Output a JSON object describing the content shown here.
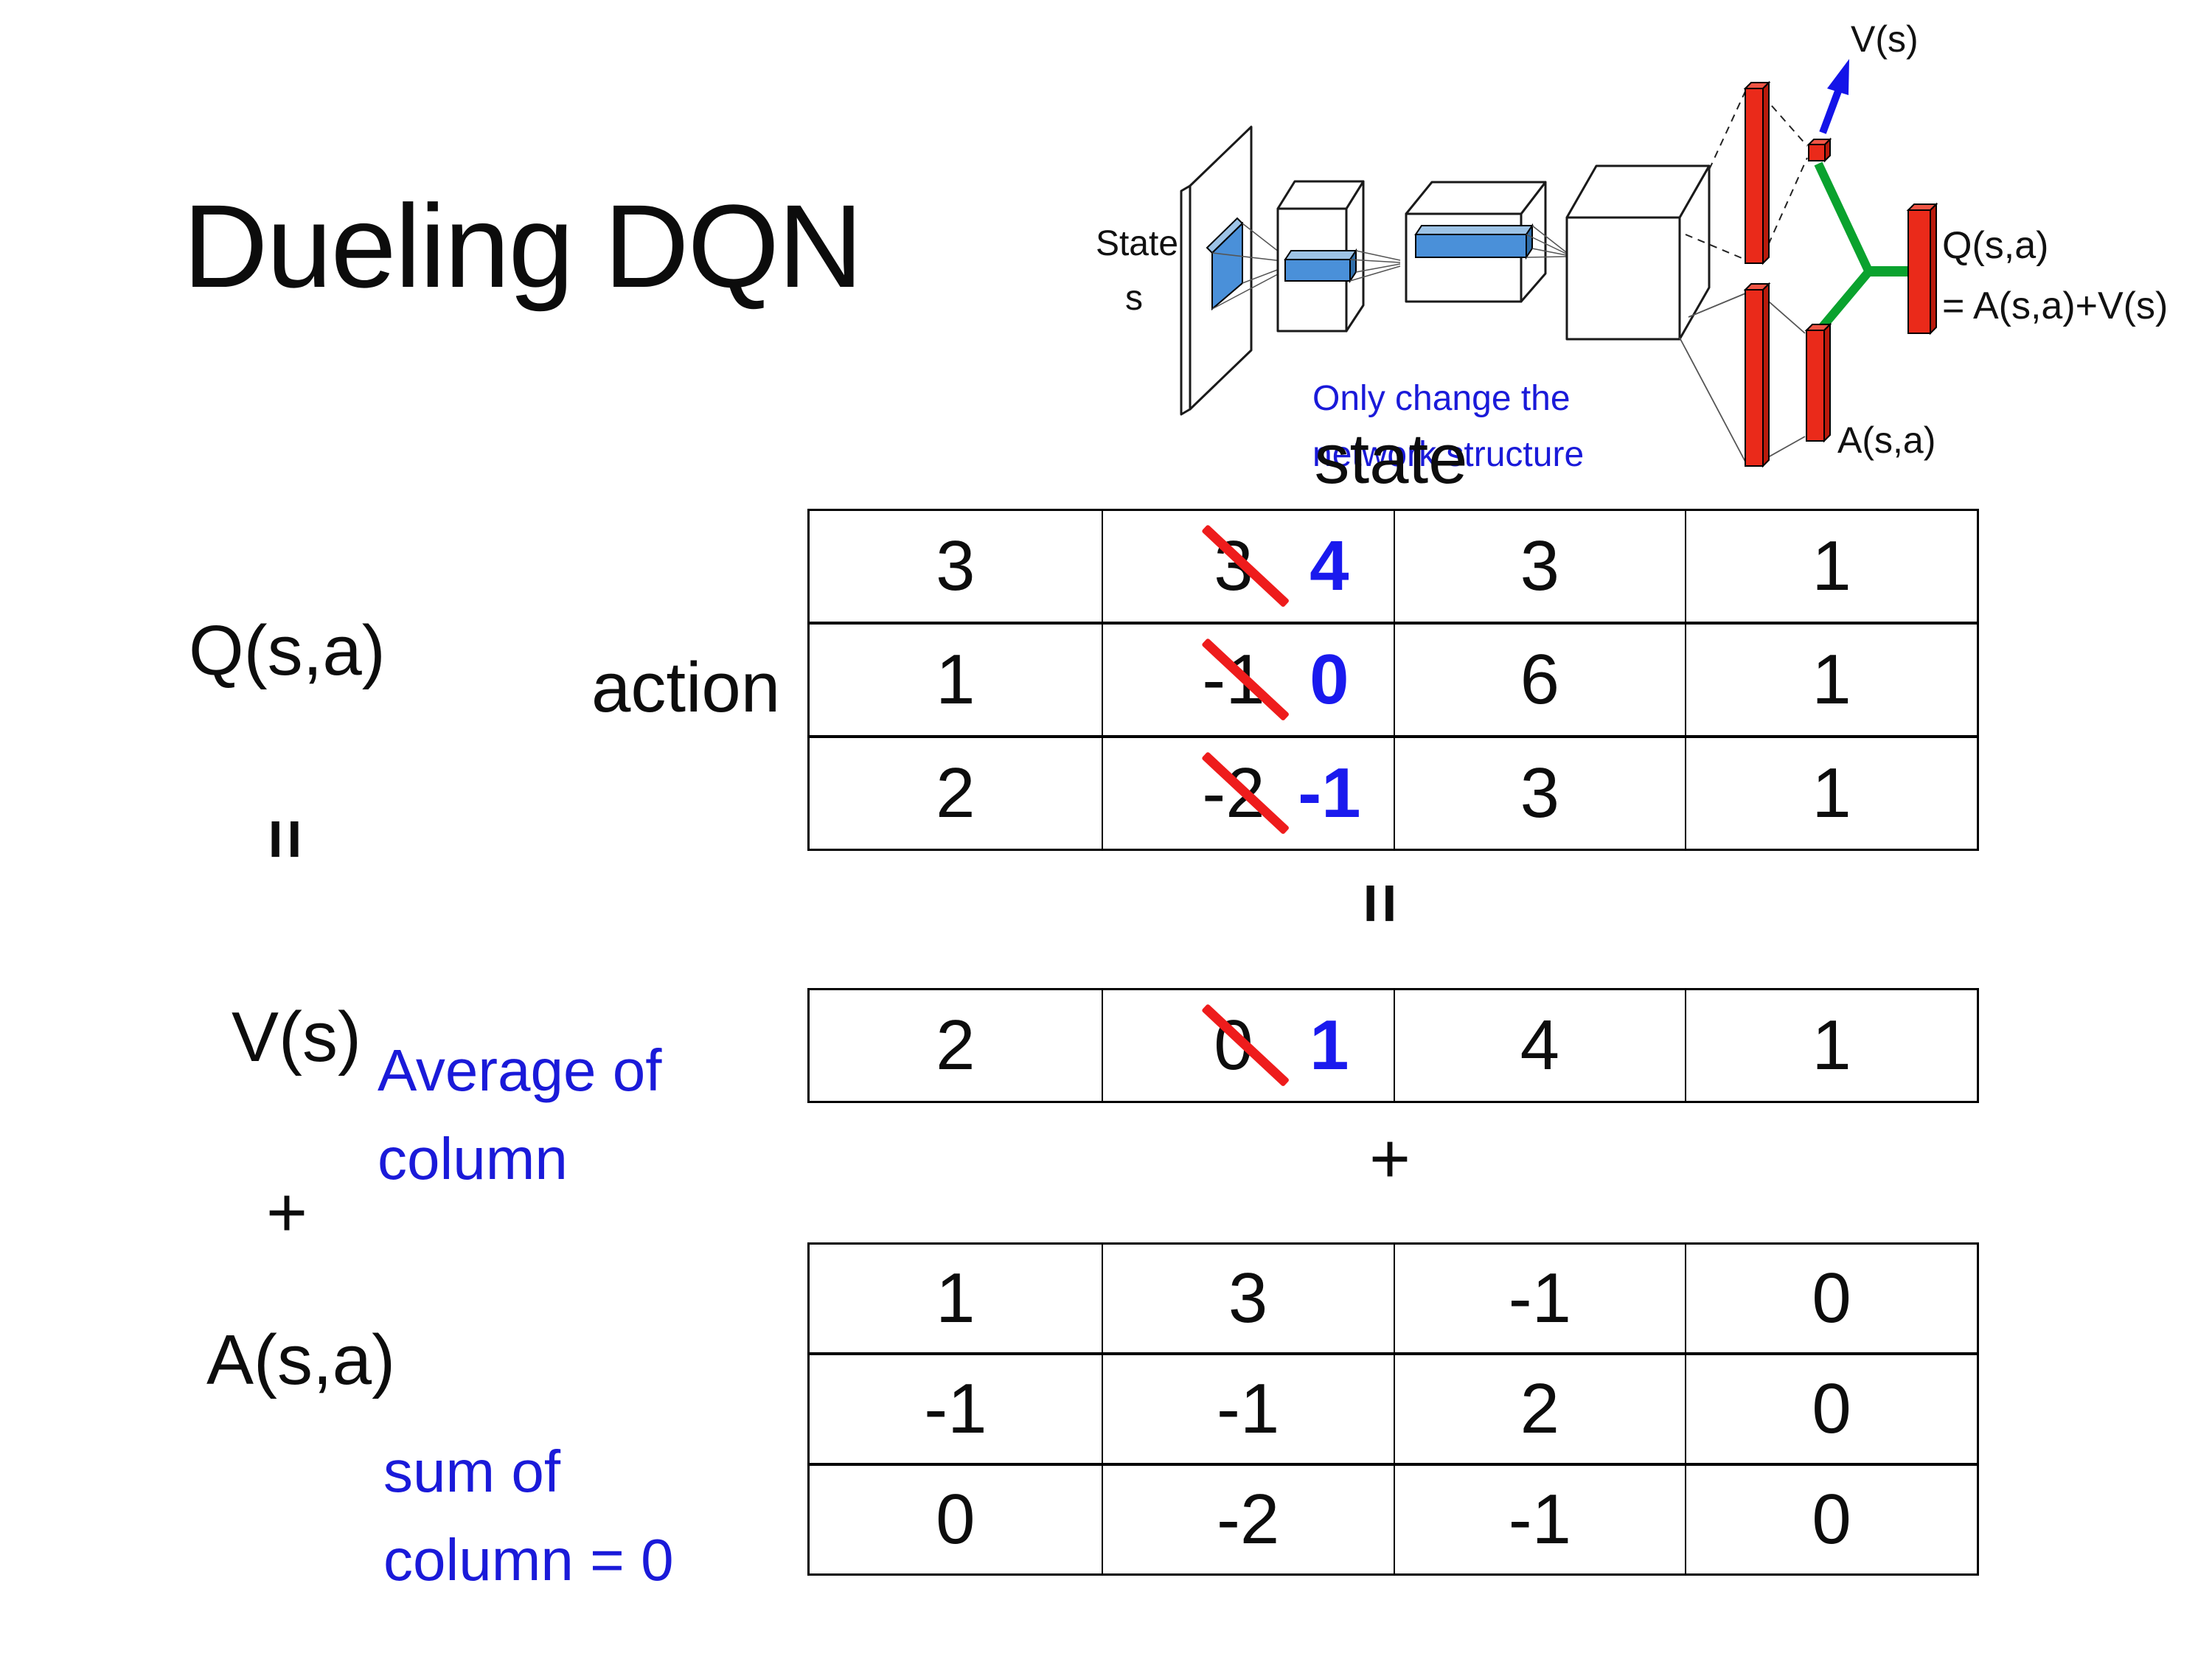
{
  "slide_title": "Dueling DQN",
  "network_diagram": {
    "input_label_line1": "State",
    "input_label_line2": "s",
    "note_line1": "Only change the",
    "note_line2": "network structure",
    "value_output_label": "V(s)",
    "advantage_output_label": "A(s,a)",
    "q_output_label_line1": "Q(s,a)",
    "q_output_label_line2": "= A(s,a)+V(s)"
  },
  "equation": {
    "q_label": "Q(s,a)",
    "equals_sign": "=",
    "v_label": "V(s)",
    "plus_sign": "+",
    "a_label": "A(s,a)",
    "mid_equals_sign": "=",
    "mid_plus_sign": "+",
    "avg_note_line1": "Average of",
    "avg_note_line2": "column",
    "sum_note_line1": "sum of",
    "sum_note_line2": "column = 0"
  },
  "q_table": {
    "header": "state",
    "side_label": "action",
    "rows": [
      [
        "3",
        {
          "old": "3",
          "new": "4"
        },
        "3",
        "1"
      ],
      [
        "1",
        {
          "old": "-1",
          "new": "0"
        },
        "6",
        "1"
      ],
      [
        "2",
        {
          "old": "-2",
          "new": "-1"
        },
        "3",
        "1"
      ]
    ]
  },
  "v_table": {
    "rows": [
      [
        "2",
        {
          "old": "0",
          "new": "1"
        },
        "4",
        "1"
      ]
    ]
  },
  "a_table": {
    "rows": [
      [
        "1",
        "3",
        "-1",
        "0"
      ],
      [
        "-1",
        "-1",
        "2",
        "0"
      ],
      [
        "0",
        "-2",
        "-1",
        "0"
      ]
    ]
  },
  "colors": {
    "strike_red": "#ee1c1c",
    "corrected_blue": "#1a1aee",
    "note_blue": "#1a1ad9",
    "bar_red": "#ea2a1a",
    "conv_blue": "#4a90d9",
    "link_green": "#0aa22e",
    "arrow_blue": "#1414e8"
  }
}
